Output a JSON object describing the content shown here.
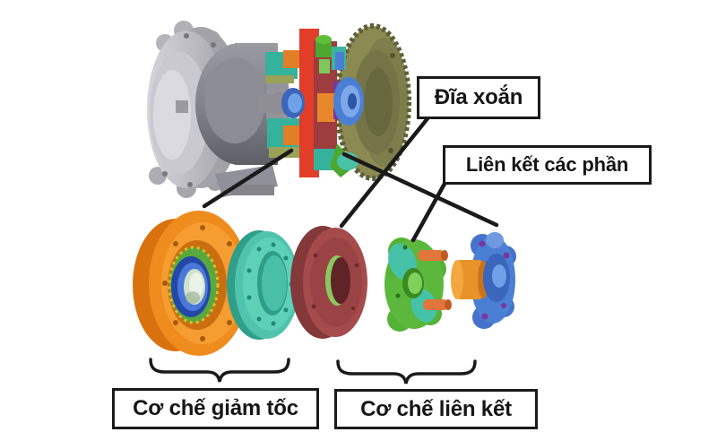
{
  "callouts": {
    "spiral_disc": "Đĩa xoắn",
    "link_parts": "Liên kết các phần"
  },
  "group_labels": {
    "reduction_mechanism": "Cơ chế giảm tốc",
    "linkage_mechanism": "Cơ chế liên kết"
  },
  "colors": {
    "line": "#1a1a1a",
    "cup_orange": "#ef8c1e",
    "ring_teal": "#4fc3ab",
    "disc_red": "#a64b4b",
    "carrier_green": "#5cb83c",
    "flange_blue": "#4a7fd4",
    "gear_olive": "#8a8a52",
    "frame_red": "#e23d28",
    "block_maroon": "#9e3c40",
    "accent_purple": "#7a35a0",
    "pin_orange": "#e0763a",
    "hub_orange": "#e8922a",
    "housing_gray": "#b9b9bf",
    "drum_gray": "#80808a"
  }
}
